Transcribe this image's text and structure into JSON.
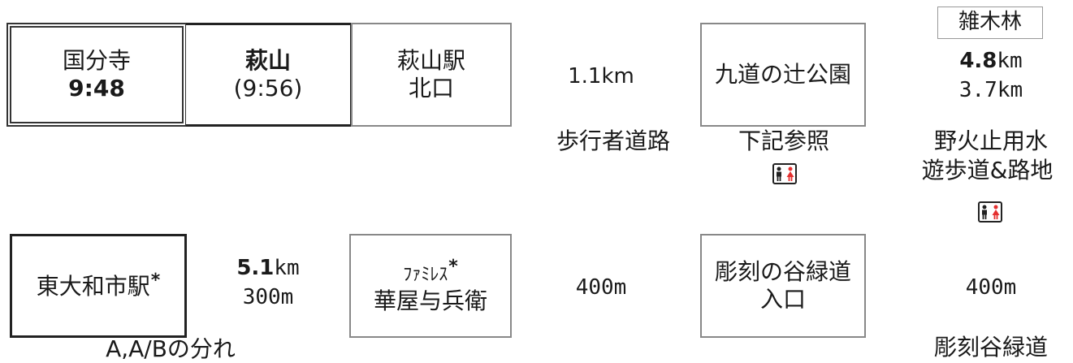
{
  "row1": {
    "kokubunji": {
      "name": "国分寺",
      "time": "9:48"
    },
    "hagiyama": {
      "name": "萩山",
      "time": "(9:56)"
    },
    "hagiyama_north": {
      "line1": "萩山駅",
      "line2": "北口"
    },
    "dist1": "1.1km",
    "dist1_note": "歩行者道路",
    "kudo": {
      "name": "九道の辻公園"
    },
    "kudo_note": "下記参照",
    "zoki": {
      "label": "雑木林",
      "dist_a": "4.8",
      "dist_a_unit": "km",
      "dist_b": "3.7km"
    },
    "zoki_note1": "野火止用水",
    "zoki_note2": "遊歩道&路地"
  },
  "row2": {
    "higashiyamato": {
      "name": "東大和市駅",
      "star": "*"
    },
    "dist2_a": "5.1",
    "dist2_a_unit": "km",
    "dist2_b": "300m",
    "split_note": "A,A/Bの分れ",
    "famires": {
      "line1": "ﾌｧﾐﾚｽ",
      "star": "*",
      "line2": "華屋与兵衛"
    },
    "dist3": "400m",
    "chokoku": {
      "line1": "彫刻の谷緑道",
      "line2": "入口"
    },
    "dist4": "400m",
    "dist4_note": "彫刻谷緑道"
  },
  "icons": {
    "toilet": "restroom-icon",
    "male_color": "#222222",
    "female_color": "#e53030"
  }
}
